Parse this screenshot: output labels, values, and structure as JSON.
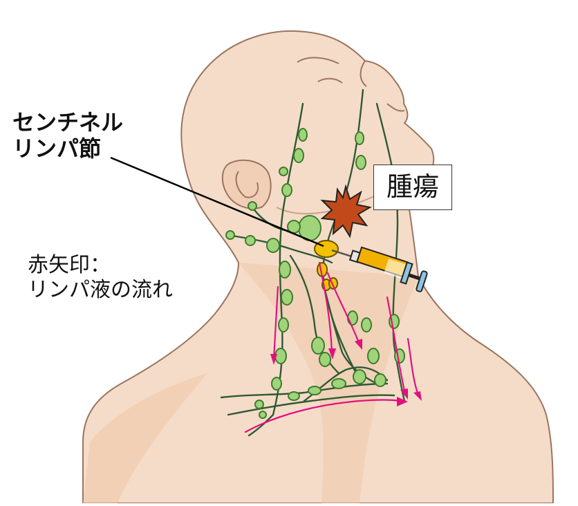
{
  "labels": {
    "sentinel_line1": "センチネル",
    "sentinel_line2": "リンパ節",
    "tumor": "腫瘍",
    "arrow_line1": "赤矢印：",
    "arrow_line2": "リンパ液の流れ"
  },
  "colors": {
    "skin": "#f5dcc8",
    "skin_shadow": "#eec6a8",
    "outline": "#9a7460",
    "lymph_node": "#9fd47a",
    "lymph_node_stroke": "#3f7a2e",
    "lymph_vessel": "#2e5a34",
    "sentinel_node": "#f2c200",
    "tumor": "#c24a1a",
    "flow_arrow": "#e0117f",
    "syringe_barrel": "#f2b100",
    "syringe_plunger": "#8fc4e0",
    "pointer_line": "#000000"
  },
  "icons": {
    "tumor": "tumor-star-icon",
    "syringe": "syringe-icon",
    "sentinel": "sentinel-node-icon",
    "flow": "flow-arrow-icon"
  }
}
